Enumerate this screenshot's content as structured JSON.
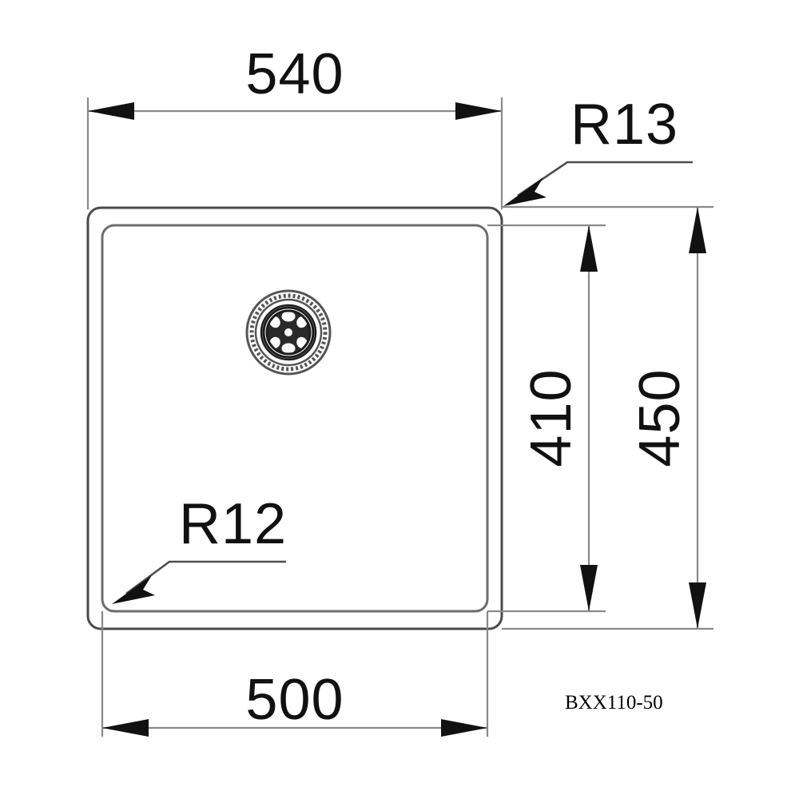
{
  "drawing": {
    "title_part_number": "BXX110-50",
    "subject": "kitchen-sink-technical-drawing",
    "units": "mm",
    "line_color": "#8a8a8a",
    "text_color": "#111111",
    "background": "#ffffff"
  },
  "dimensions": {
    "top_width": {
      "label": "540",
      "value": 540,
      "orientation": "horizontal",
      "position": "top",
      "measures": "outer-rim-width"
    },
    "bottom_width": {
      "label": "500",
      "value": 500,
      "orientation": "horizontal",
      "position": "bottom",
      "measures": "inner-bowl-width"
    },
    "inner_height": {
      "label": "410",
      "value": 410,
      "orientation": "vertical-rotated",
      "position": "right-inner",
      "measures": "inner-bowl-height"
    },
    "outer_height": {
      "label": "450",
      "value": 450,
      "orientation": "vertical-rotated",
      "position": "right-outer",
      "measures": "outer-rim-height"
    }
  },
  "radii": {
    "outer_corner": {
      "label": "R13",
      "value": 13,
      "target": "outer-rim-top-right-corner"
    },
    "inner_corner": {
      "label": "R12",
      "value": 12,
      "target": "inner-bowl-bottom-left-corner"
    }
  },
  "features": {
    "drain": {
      "name": "drain-strainer",
      "shape": "concentric-circles-with-spoked-grate",
      "spokes": 6
    },
    "outer_rim": {
      "name": "outer-rim-outline"
    },
    "inner_bowl": {
      "name": "inner-bowl-outline"
    }
  }
}
